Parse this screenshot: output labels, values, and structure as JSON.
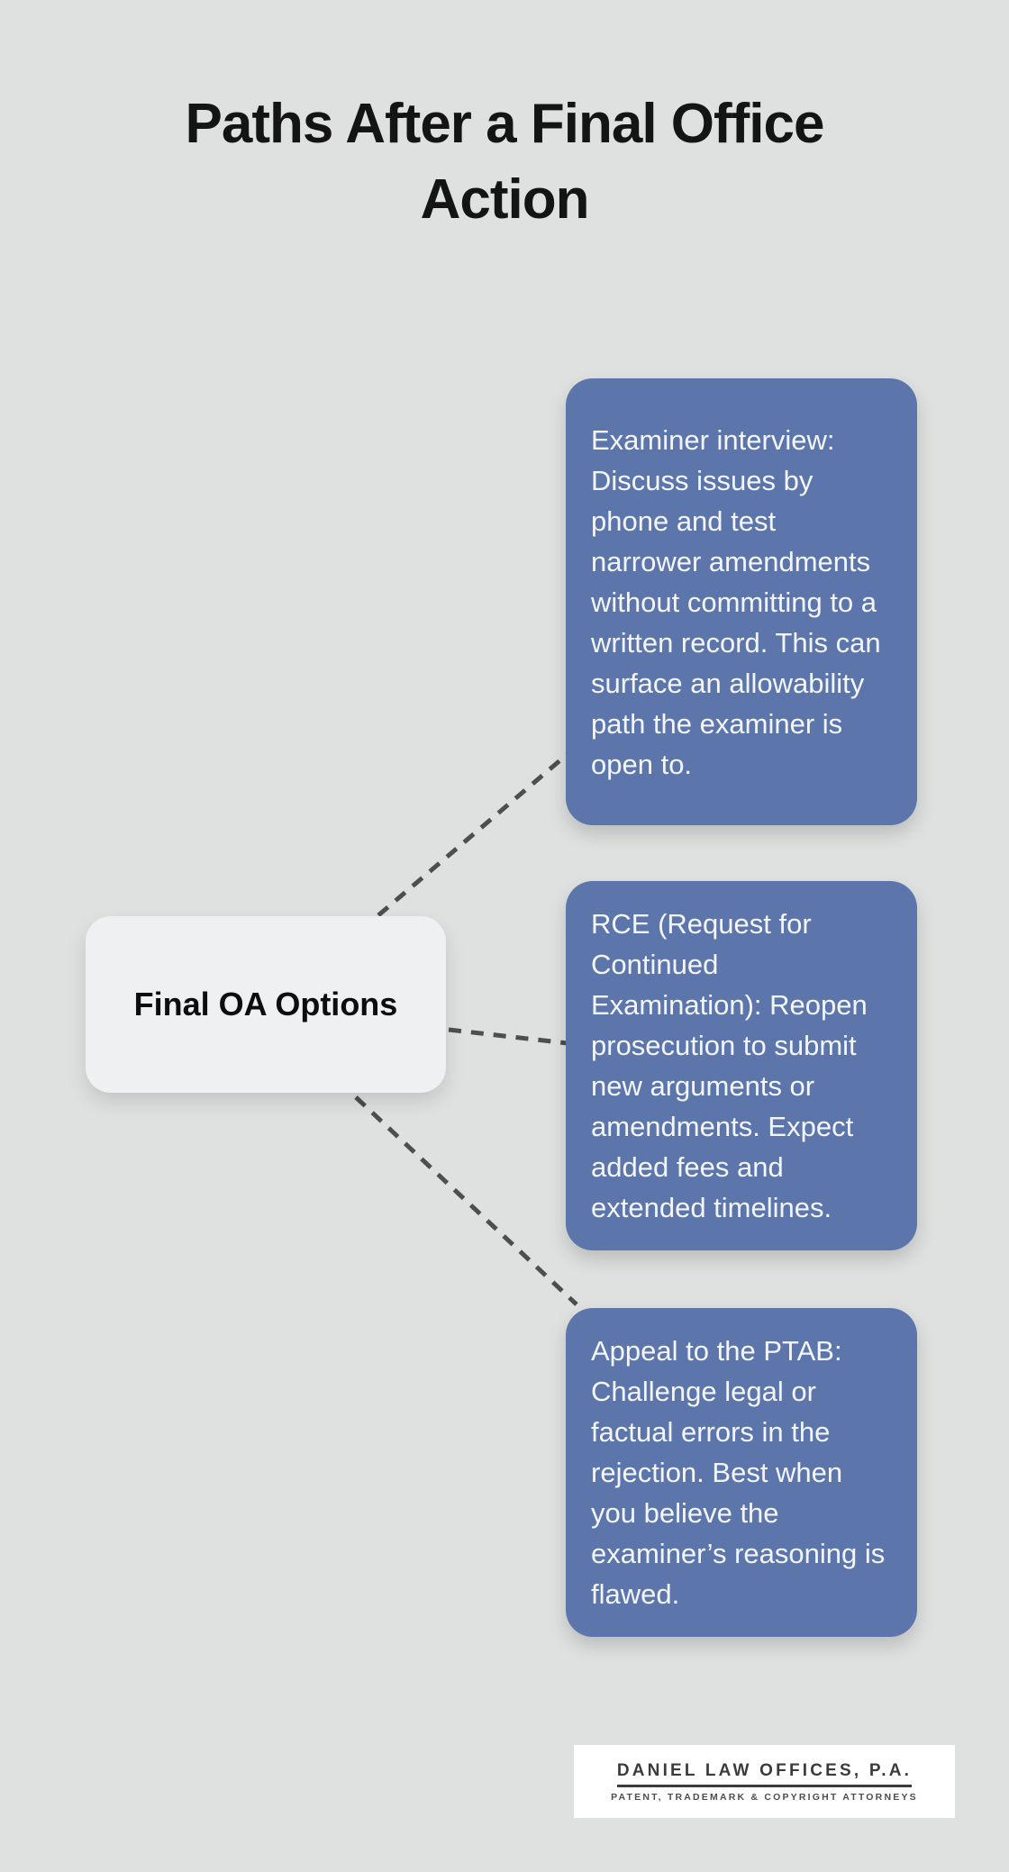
{
  "title": "Paths After a Final Office Action",
  "center_node": {
    "label": "Final OA Options"
  },
  "cards": {
    "items": [
      {
        "text": "Examiner interview: Discuss issues by phone and test narrower amendments without committing to a written record. This can surface an allowability path the examiner is open to."
      },
      {
        "text": "RCE (Request for Continued Examination): Reopen prosecution to submit new arguments or amendments. Expect added fees and extended timelines."
      },
      {
        "text": "Appeal to the PTAB: Challenge legal or factual errors in the rejection. Best when you believe the examiner’s reasoning is flawed."
      }
    ]
  },
  "footer_logo": {
    "name": "DANIEL LAW OFFICES, P.A.",
    "tagline": "PATENT, TRADEMARK & COPYRIGHT ATTORNEYS"
  },
  "colors": {
    "background": "#dfe1e0",
    "card_fill": "#5c76ac",
    "card_text": "#f3f5f9",
    "node_fill": "#eef0f1",
    "node_text": "#0d0d0d",
    "connector": "#4e4e4e",
    "title_text": "#141414",
    "logo_text": "#3b3b3b"
  }
}
